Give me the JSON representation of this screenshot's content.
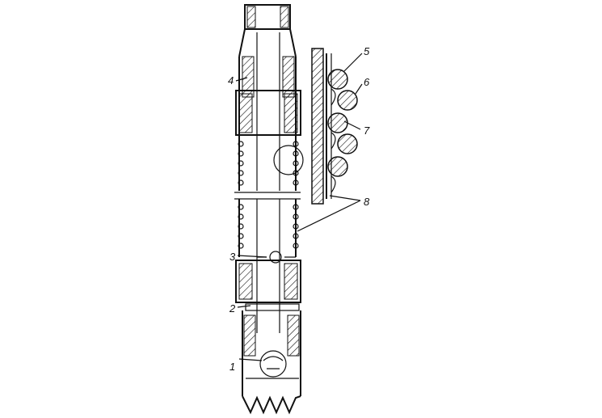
{
  "figure": {
    "labels": [
      {
        "id": "1",
        "text": "1"
      },
      {
        "id": "2",
        "text": "2"
      },
      {
        "id": "3",
        "text": "3"
      },
      {
        "id": "4",
        "text": "4"
      },
      {
        "id": "5",
        "text": "5"
      },
      {
        "id": "6",
        "text": "6"
      },
      {
        "id": "7",
        "text": "7"
      },
      {
        "id": "8",
        "text": "8"
      }
    ]
  }
}
